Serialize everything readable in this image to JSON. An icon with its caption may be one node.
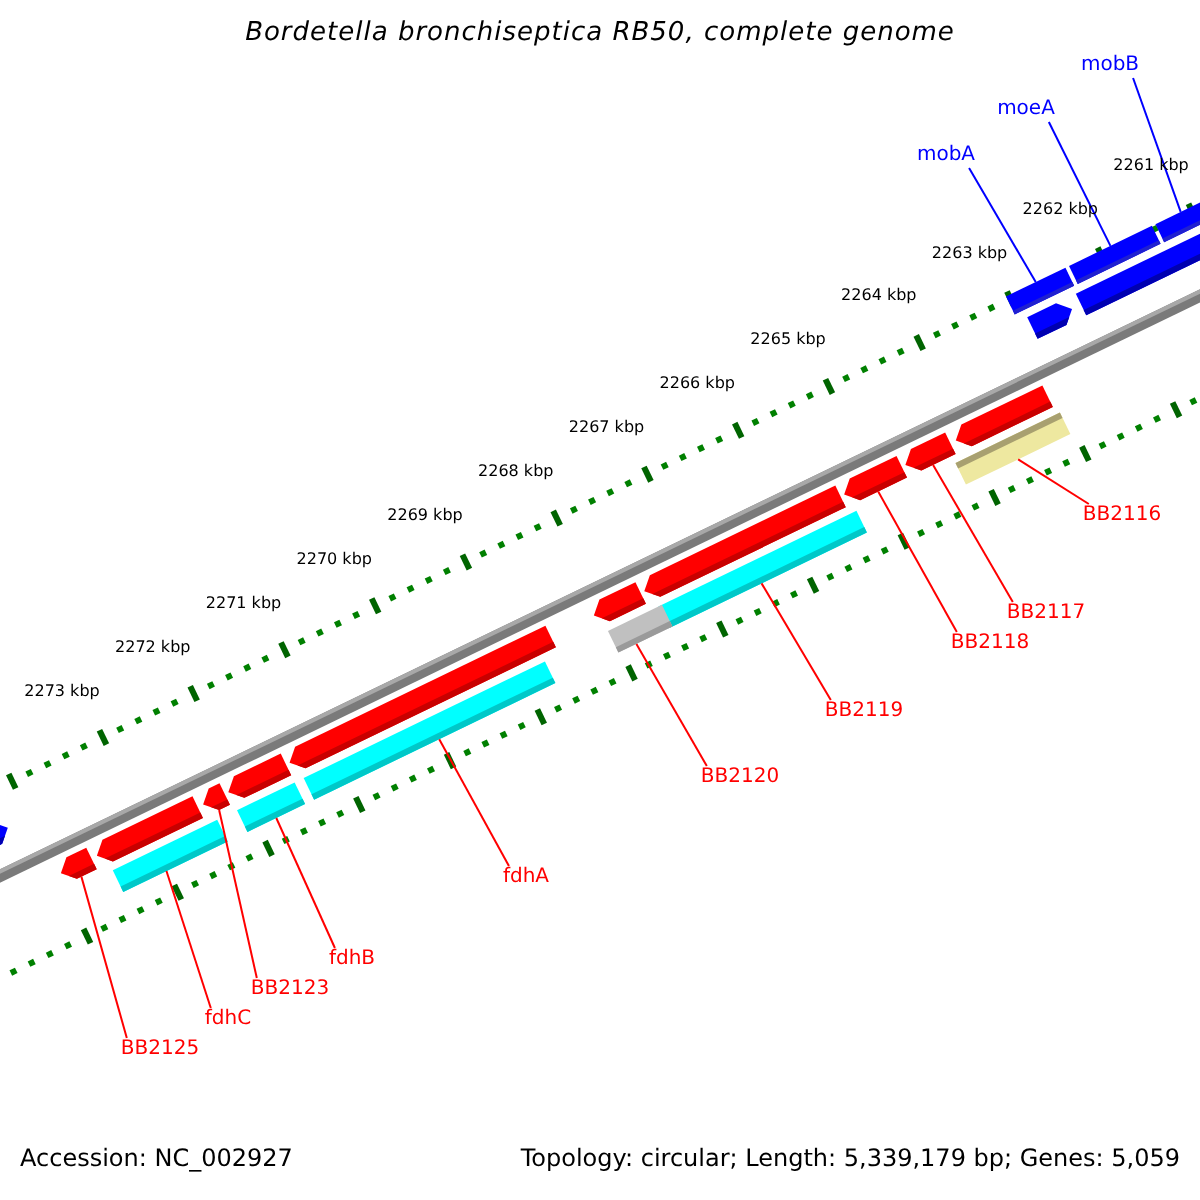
{
  "diagram": {
    "title": "Bordetella bronchiseptica RB50, complete genome",
    "nodes": [
      {
        "text": [
          "mobB"
        ]
      },
      {
        "text": [
          "moeA"
        ]
      },
      {
        "text": [
          "mobA"
        ]
      },
      {
        "text": [
          "BB2116"
        ]
      },
      {
        "text": [
          "BB2117"
        ]
      },
      {
        "text": [
          "BB2118"
        ]
      },
      {
        "text": [
          "BB2119"
        ]
      },
      {
        "text": [
          "BB2120"
        ]
      },
      {
        "text": [
          "fdhA"
        ]
      },
      {
        "text": [
          "fdhB"
        ]
      },
      {
        "text": [
          "BB2123"
        ]
      },
      {
        "text": [
          "fdhC"
        ]
      },
      {
        "text": [
          "BB2125"
        ]
      },
      {
        "text": [],
        "shape": "bar"
      },
      {
        "text": [],
        "shape": "bar"
      },
      {
        "text": [],
        "shape": "bar"
      },
      {
        "text": [],
        "shape": "bar"
      },
      {
        "text": [],
        "shape": "bar"
      },
      {
        "text": [],
        "shape": "bar"
      },
      {
        "text": [],
        "shape": "bar"
      },
      {
        "text": [],
        "shape": "bar"
      },
      {
        "text": [],
        "shape": "bar"
      },
      {
        "text": [],
        "shape": "bar"
      },
      {
        "text": [],
        "shape": "bar"
      },
      {
        "text": [],
        "shape": "bar"
      },
      {
        "text": [],
        "shape": "bar"
      }
    ],
    "edges": [
      {
        "from": 0,
        "to": 13,
        "arrow": "none",
        "color": "#0000ff"
      },
      {
        "from": 1,
        "to": 14,
        "arrow": "none",
        "color": "#0000ff"
      },
      {
        "from": 2,
        "to": 15,
        "arrow": "none",
        "color": "#0000ff"
      },
      {
        "from": 3,
        "to": 16,
        "arrow": "none"
      },
      {
        "from": 4,
        "to": 17,
        "arrow": "none"
      },
      {
        "from": 5,
        "to": 18,
        "arrow": "none"
      },
      {
        "from": 6,
        "to": 19,
        "arrow": "none"
      },
      {
        "from": 7,
        "to": 20,
        "arrow": "none"
      },
      {
        "from": 8,
        "to": 21,
        "arrow": "none"
      },
      {
        "from": 9,
        "to": 22,
        "arrow": "none"
      },
      {
        "from": 10,
        "to": 23,
        "arrow": "none"
      },
      {
        "from": 11,
        "to": 24,
        "arrow": "none"
      },
      {
        "from": 12,
        "to": 25,
        "arrow": "none"
      }
    ],
    "labels": [
      "2261 kbp",
      "2262 kbp",
      "2263 kbp",
      "2264 kbp",
      "2265 kbp",
      "2266 kbp",
      "2267 kbp",
      "2268 kbp",
      "2269 kbp",
      "2270 kbp",
      "2271 kbp",
      "2272 kbp",
      "2273 kbp",
      "Accession: NC_002927",
      "Topology: circular; Length: 5,339,179 bp; Genes: 5,059"
    ]
  }
}
